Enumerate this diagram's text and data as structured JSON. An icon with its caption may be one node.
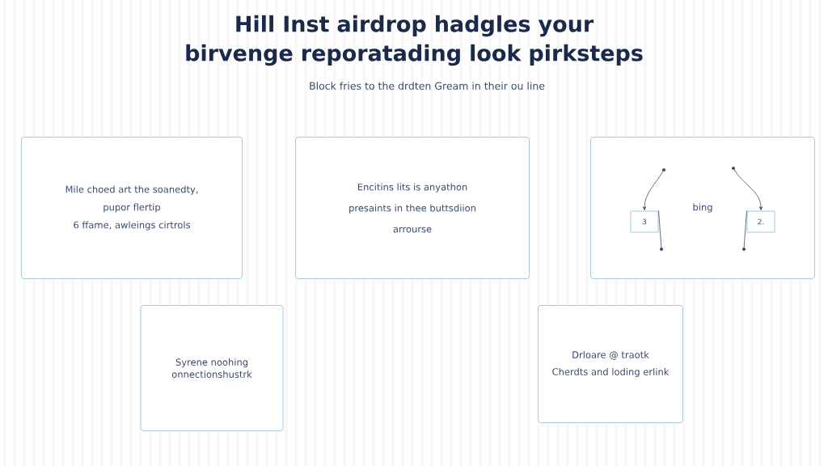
{
  "diagram": {
    "title": "Hill Inst airdrop hadgles your birvenge reporatading look pirksteps",
    "nodes": [
      {
        "text": [
          "Mile choed art the soanedty,",
          "pupor flertip",
          "6 ffame, awleings cirtrols"
        ]
      },
      {
        "text": [
          "Encitins lits is anyathon presaints in thee buttsdiion arrourse"
        ]
      },
      {
        "text": [
          "bing"
        ]
      },
      {
        "text": [],
        "shape": "circle",
        "in": 2
      },
      {
        "text": [],
        "shape": "circle",
        "in": 2
      },
      {
        "text": [
          "3"
        ],
        "in": 2
      },
      {
        "text": [
          "2."
        ],
        "in": 2
      },
      {
        "text": [],
        "shape": "circle",
        "in": 2
      },
      {
        "text": [],
        "shape": "circle",
        "in": 2
      },
      {
        "text": [
          "Syrene noohing onnectionshustrk"
        ]
      },
      {
        "text": [
          "Drloare @ traotk",
          "Cherdts and loding erlink"
        ]
      }
    ],
    "edges": [
      {
        "from": 3,
        "to": 5,
        "arrow": "to"
      },
      {
        "from": 5,
        "to": 7,
        "arrow": "none"
      },
      {
        "from": 4,
        "to": 6,
        "arrow": "to"
      },
      {
        "from": 6,
        "to": 8,
        "arrow": "none"
      }
    ],
    "labels": [
      "Block fries to the drdten Gream in their ou line"
    ]
  }
}
